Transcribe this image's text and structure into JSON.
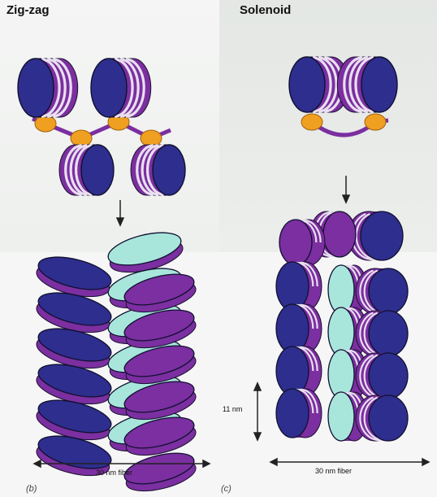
{
  "titles": {
    "left": "Zig-zag",
    "right": "Solenoid"
  },
  "labels": {
    "left_width": "30 nm fiber",
    "right_width": "30 nm fiber",
    "height": "11 nm"
  },
  "panels": {
    "left": "(b)",
    "right": "(c)"
  },
  "colors": {
    "nucleosome_face": "#2e2e8e",
    "nucleosome_face_alt": "#a8e6dc",
    "dna_wrap": "#7b2fa0",
    "dna_stripe": "#e9dff0",
    "linker_histone": "#f0a020"
  }
}
